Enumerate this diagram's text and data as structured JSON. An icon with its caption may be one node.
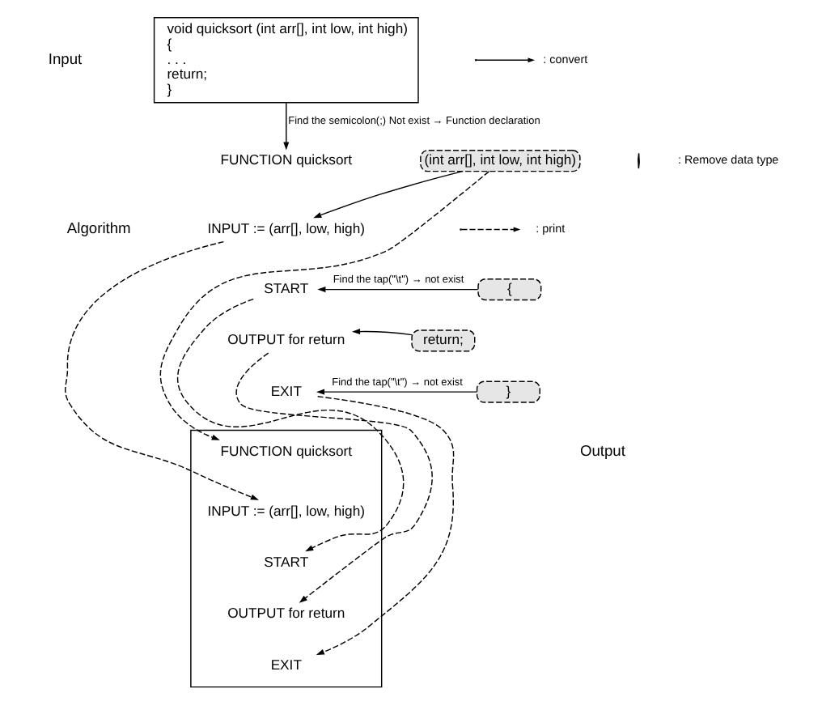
{
  "diagram": {
    "nodes": [
      {
        "text": [
          "void quicksort (int arr[], int low, int high)",
          "{",
          ". . .",
          "return;",
          "}"
        ]
      },
      {
        "text": [
          "FUNCTION quicksort"
        ]
      },
      {
        "text": [
          "(int arr[], int low, int high)"
        ]
      },
      {
        "text": [
          "INPUT := (arr[], low, high)"
        ]
      },
      {
        "text": [
          "START"
        ]
      },
      {
        "text": [
          "{"
        ]
      },
      {
        "text": [
          "OUTPUT for return"
        ]
      },
      {
        "text": [
          "return;"
        ]
      },
      {
        "text": [
          "EXIT"
        ]
      },
      {
        "text": [
          "}"
        ]
      },
      {
        "text": [],
        "shape": "box"
      },
      {
        "text": [
          "FUNCTION quicksort"
        ],
        "in": 10
      },
      {
        "text": [
          "INPUT := (arr[], low, high)"
        ],
        "in": 10
      },
      {
        "text": [
          "START"
        ],
        "in": 10
      },
      {
        "text": [
          "OUTPUT for return"
        ],
        "in": 10
      },
      {
        "text": [
          "EXIT"
        ],
        "in": 10
      }
    ],
    "edges": [
      {
        "from": 0,
        "to": 1,
        "arrow": "to",
        "label": "Find the semicolon(;) Not exist → Function declaration"
      },
      {
        "from": 2,
        "to": 3,
        "arrow": "to"
      },
      {
        "from": 5,
        "to": 4,
        "arrow": "to",
        "label": "Find the tap(\"\\t\") → not exist"
      },
      {
        "from": 7,
        "to": 6,
        "arrow": "to"
      },
      {
        "from": 9,
        "to": 8,
        "arrow": "to",
        "label": "Find the tap(\"\\t\") → not exist"
      },
      {
        "from": 2,
        "to": 11,
        "arrow": "to",
        "style": "dashed"
      },
      {
        "from": 3,
        "to": 12,
        "arrow": "to",
        "style": "dashed"
      },
      {
        "from": 4,
        "to": 13,
        "arrow": "to",
        "style": "dashed"
      },
      {
        "from": 6,
        "to": 14,
        "arrow": "to",
        "style": "dashed"
      },
      {
        "from": 8,
        "to": 15,
        "arrow": "to",
        "style": "dashed"
      }
    ],
    "labels": [
      "Input",
      "Algorithm",
      "Output"
    ],
    "legend": [
      {
        "text": ": convert"
      },
      {
        "text": ": Remove data type"
      },
      {
        "text": ": print"
      }
    ]
  }
}
